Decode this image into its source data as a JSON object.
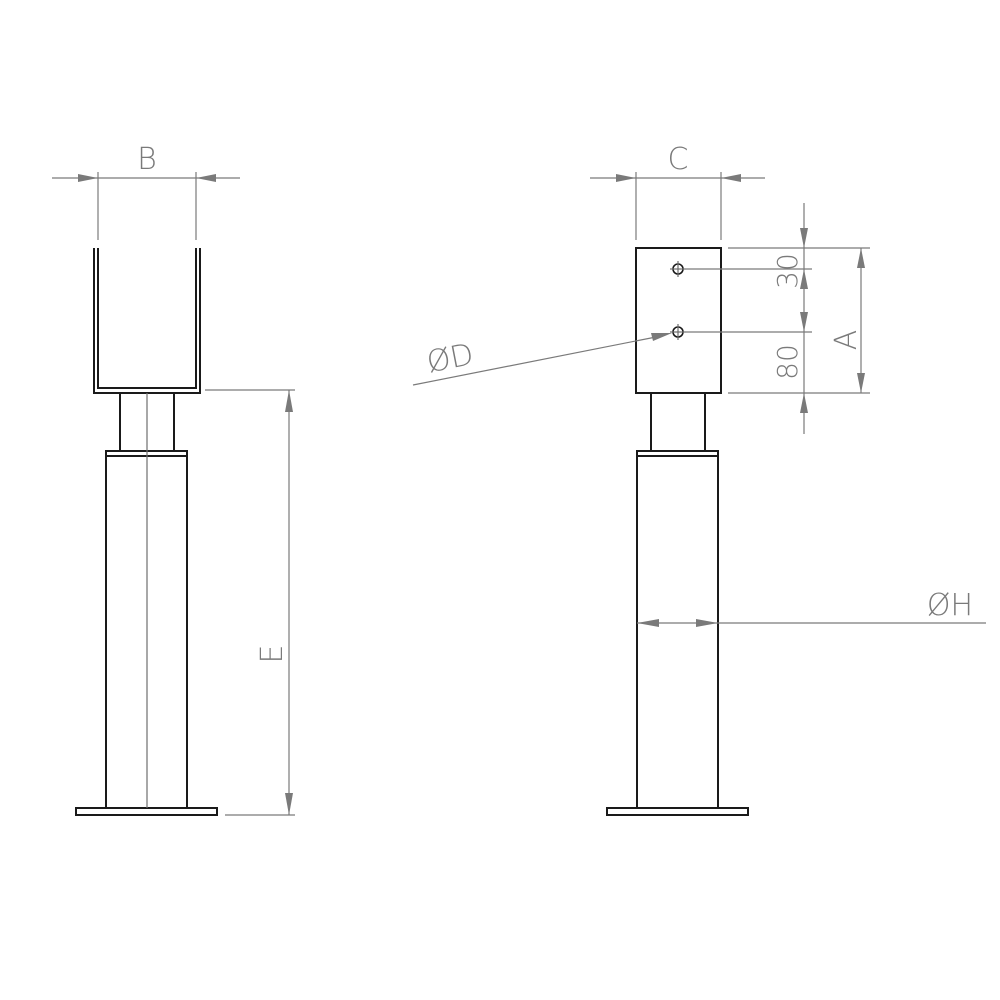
{
  "dimensions": {
    "B": "B",
    "C": "C",
    "A": "A",
    "D": "ØD",
    "E": "E",
    "H": "ØH",
    "top_hole_offset": "30",
    "hole_to_base": "80"
  },
  "colors": {
    "object_line": "#1a1a1a",
    "dimension_line": "#7a7a7a"
  }
}
